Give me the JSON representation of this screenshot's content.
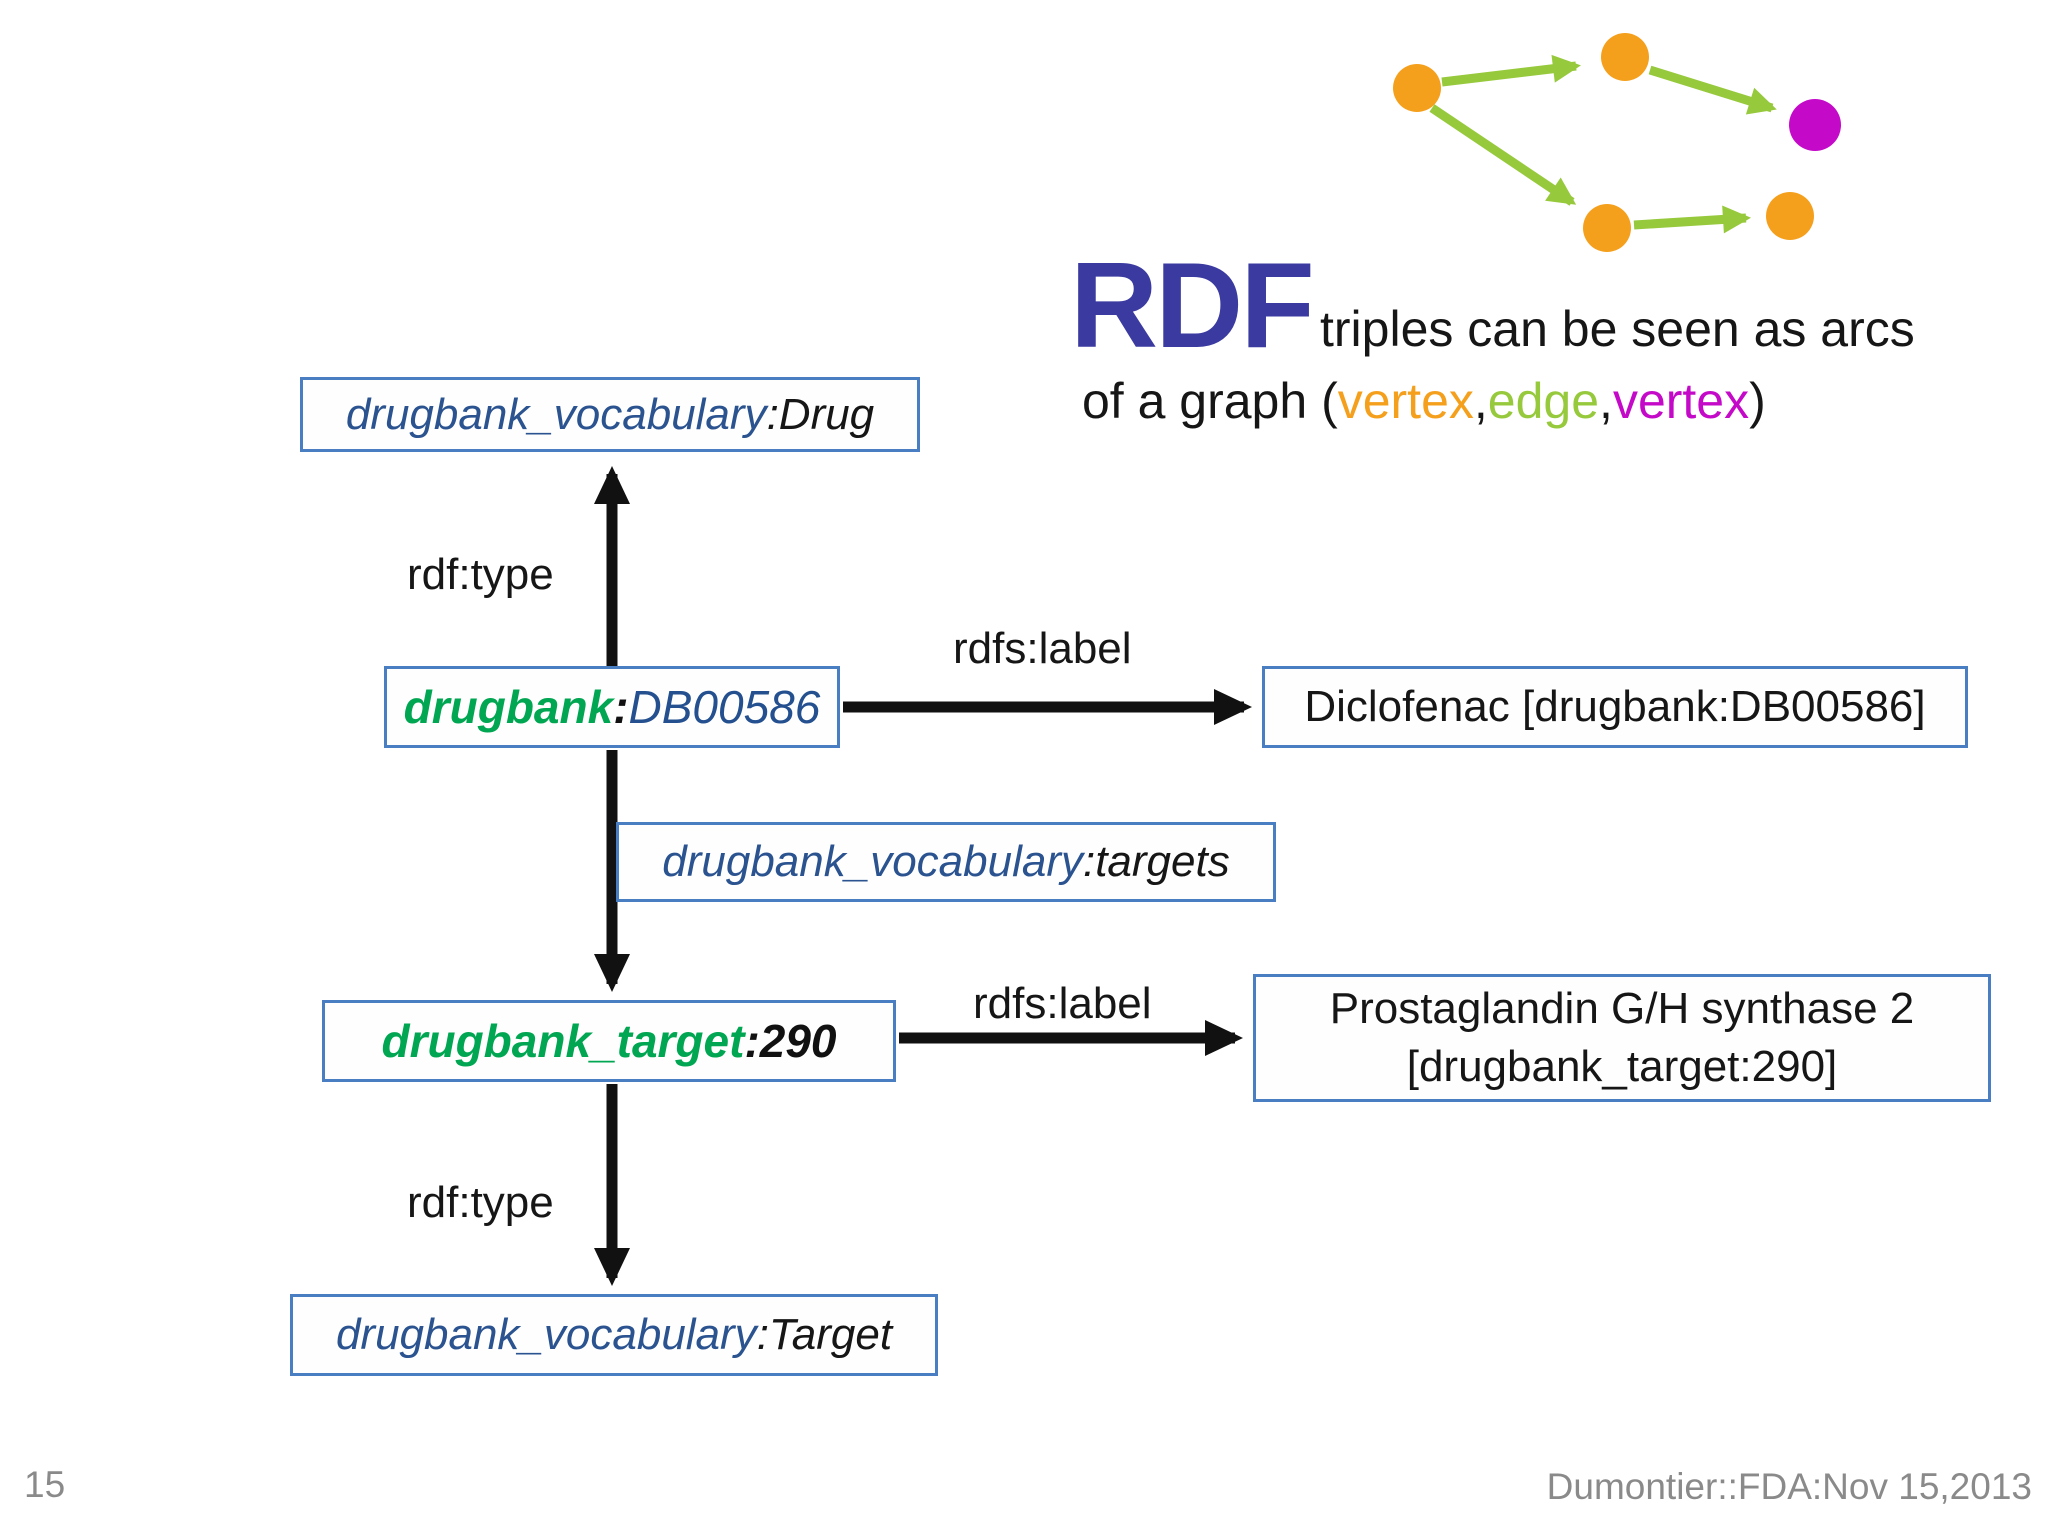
{
  "slide": {
    "page_number": "15",
    "credit": "Dumontier::FDA:Nov 15,2013"
  },
  "callout": {
    "logo": "RDF",
    "tagline_line1": "triples can be seen as arcs",
    "line2_prefix": "of a graph (",
    "vertex1": "vertex",
    "comma1": ",",
    "edge_word": "edge",
    "comma2": ",",
    "vertex2": "vertex",
    "line2_suffix": ")"
  },
  "diagram": {
    "boxes": {
      "drug_class": {
        "prefix": "drugbank_vocabulary",
        "suffix": ":Drug"
      },
      "drug_instance": {
        "prefix": "drugbank",
        "colon": ":",
        "local": "DB00586"
      },
      "drug_label": {
        "text": "Diclofenac [drugbank:DB00586]"
      },
      "targets_predicate": {
        "prefix": "drugbank_vocabulary",
        "suffix": ":targets"
      },
      "target_instance": {
        "prefix": "drugbank_target",
        "suffix": ":290"
      },
      "target_label": {
        "line1": "Prostaglandin G/H synthase 2",
        "line2": "[drugbank_target:290]"
      },
      "target_class": {
        "prefix": "drugbank_vocabulary",
        "suffix": ":Target"
      }
    },
    "edge_labels": {
      "type_top": "rdf:type",
      "label_top": "rdfs:label",
      "type_bottom": "rdf:type",
      "label_bottom": "rdfs:label"
    }
  },
  "colors": {
    "box_border": "#4a7ec2",
    "prefix_blue": "#2a5390",
    "local_blue": "#24508f",
    "instance_green": "#00a651",
    "text_black": "#161616",
    "rdf_logo_blue": "#3a3aa0",
    "vertex_orange": "#f5a01d",
    "vertex_magenta": "#c40ac8",
    "edge_green": "#97c93d",
    "arrow_black": "#111111",
    "footer_gray": "#8a8a8a"
  }
}
